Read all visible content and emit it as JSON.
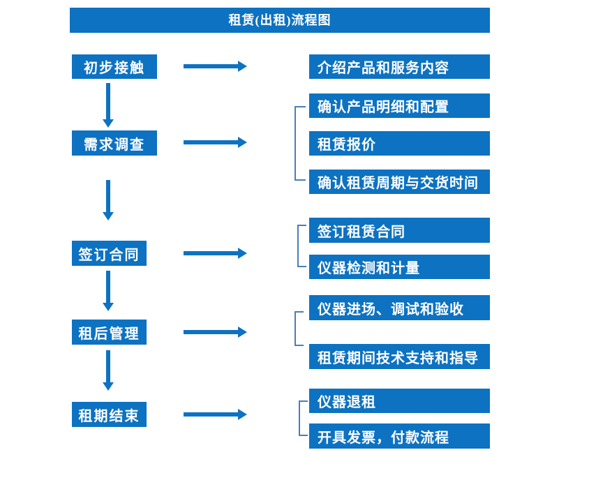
{
  "title": "租赁(出租)流程图",
  "colors": {
    "primary": "#0d72c1",
    "bracket": "#4a7db9",
    "text_on_primary": "#ffffff",
    "background": "#ffffff"
  },
  "stages": [
    {
      "label": "初步接触",
      "details": [
        "介绍产品和服务内容"
      ]
    },
    {
      "label": "需求调查",
      "details": [
        "确认产品明细和配置",
        "租赁报价",
        "确认租赁周期与交货时间"
      ]
    },
    {
      "label": "签订合同",
      "details": [
        "签订租赁合同",
        "仪器检测和计量"
      ]
    },
    {
      "label": "租后管理",
      "details": [
        "仪器进场、调试和验收",
        "租赁期间技术支持和指导"
      ]
    },
    {
      "label": "租期结束",
      "details": [
        "仪器退租",
        "开具发票，付款流程"
      ]
    }
  ]
}
